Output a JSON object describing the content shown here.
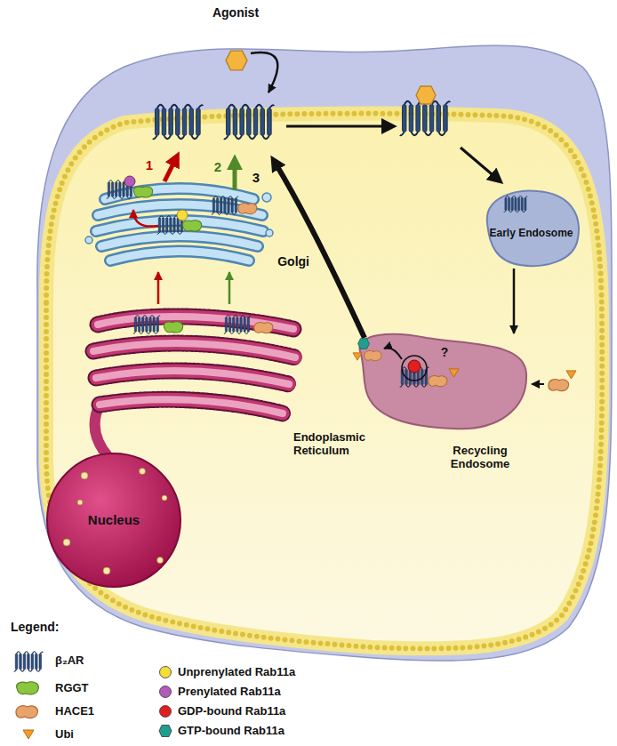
{
  "diagram": {
    "nodes": [
      {
        "text": [
          "Agonist"
        ]
      },
      {
        "text": [
          "Golgi"
        ]
      },
      {
        "text": [
          "Early Endosome"
        ]
      },
      {
        "text": [
          "Endoplasmic Reticulum"
        ]
      },
      {
        "text": [
          "Recycling Endosome"
        ]
      },
      {
        "text": [
          "Nucleus"
        ]
      }
    ],
    "edges": [
      {
        "from": 2,
        "to": 4,
        "arrow": "to"
      },
      {
        "from": 3,
        "to": 1,
        "arrow": "to"
      },
      {
        "from": 3,
        "to": 1,
        "arrow": "to"
      }
    ],
    "labels": [
      "1",
      "2",
      "3",
      "?",
      "Legend:"
    ],
    "legend": [
      {
        "text": "β₂AR"
      },
      {
        "text": "RGGT"
      },
      {
        "text": "HACE1"
      },
      {
        "text": "Ubi"
      },
      {
        "text": "Unprenylated Rab11a",
        "color": "#f5dd3a"
      },
      {
        "text": "Prenylated Rab11a",
        "color": "#b45bb8"
      },
      {
        "text": "GDP-bound Rab11a",
        "color": "#e01f1f"
      },
      {
        "text": "GTP-bound Rab11a",
        "color": "#1f9e8e"
      }
    ]
  }
}
